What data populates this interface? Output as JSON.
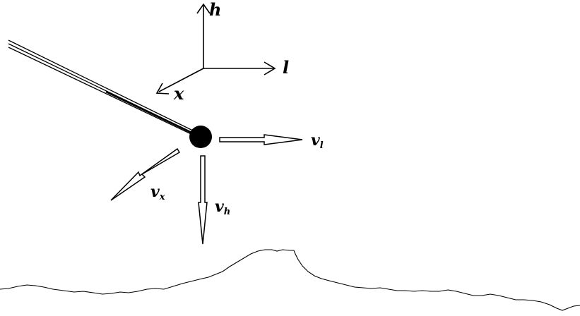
{
  "diagram": {
    "axes": {
      "up_label": "h",
      "right_label": "l",
      "diag_label": "x"
    },
    "vectors": {
      "right": {
        "label": "v",
        "sub": "l"
      },
      "diag": {
        "label": "v",
        "sub": "x"
      },
      "down": {
        "label": "v",
        "sub": "h"
      }
    },
    "colors": {
      "ink": "#000000",
      "background": "#ffffff"
    }
  }
}
